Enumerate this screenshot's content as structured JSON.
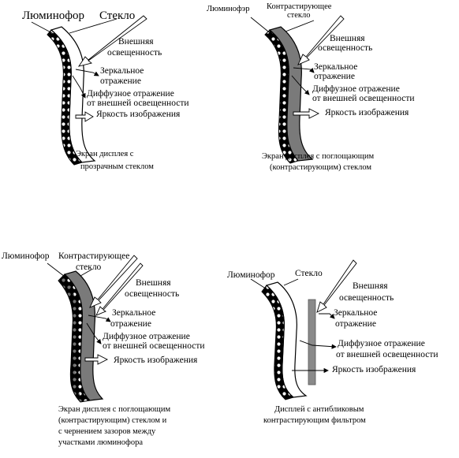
{
  "panels": [
    {
      "id": "clear-glass",
      "label_phosphor": "Люминофор",
      "label_glass": "Стекло",
      "label_external": [
        "Внешняя",
        "освещенность"
      ],
      "label_specular": [
        "Зеркальное",
        "отражение"
      ],
      "label_diffuse": [
        "Диффузное отражение",
        "от внешней освещенности"
      ],
      "label_brightness": "Яркость изображения",
      "caption": [
        "Экран дисплея с",
        "прозрачным стеклом"
      ]
    },
    {
      "id": "absorbing-glass",
      "label_phosphor": "Люминофэр",
      "label_glass": [
        "Контрастирующее",
        "стекло"
      ],
      "label_external": [
        "Внешняя",
        "освещенность"
      ],
      "label_specular": [
        "Зеркальное",
        "отражение"
      ],
      "label_diffuse": [
        "Диффузное отражение",
        "от внешней освещенности"
      ],
      "label_brightness": "Яркость изображения",
      "caption": [
        "Экран дисплея с поглощающим",
        "(контрастирующим) стеклом"
      ]
    },
    {
      "id": "absorbing-glass-black-matrix",
      "label_phosphor": "Люминофор",
      "label_glass": [
        "Контрастирующее",
        "стекло"
      ],
      "label_external": [
        "Внешняя",
        "освещенность"
      ],
      "label_specular": [
        "Зеркальное",
        "отражение"
      ],
      "label_diffuse": [
        "Диффузное отражение",
        "от внешней освещенности"
      ],
      "label_brightness": "Яркость изображения",
      "caption": [
        "Экран дисплея с поглощающим",
        "(контрастирующим) стеклом и",
        "с чернением зазоров между",
        "участками люминофора"
      ]
    },
    {
      "id": "antiglare-filter",
      "label_phosphor": "Люминофор",
      "label_glass": "Стекло",
      "label_external": [
        "Внешняя",
        "освещенность"
      ],
      "label_specular": [
        "Зеркальное",
        "отражение"
      ],
      "label_diffuse": [
        "Диффузное отражение",
        "от внешней освещенности"
      ],
      "label_brightness": "Яркость изображения",
      "caption": [
        "Дисплей с антибликовым",
        "контрастирующим фильтром"
      ]
    }
  ],
  "colors": {
    "ink": "#000000",
    "absorbing_glass": "#7a7a7a",
    "filter": "#8a8a8a",
    "paper": "#ffffff"
  }
}
